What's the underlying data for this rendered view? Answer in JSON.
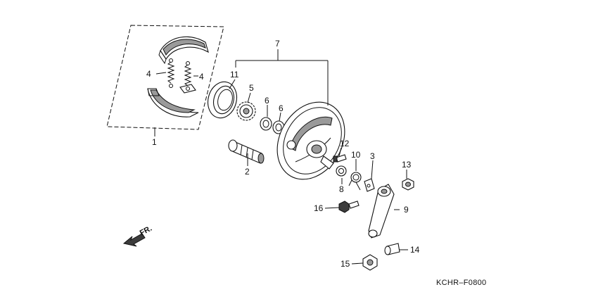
{
  "callouts": {
    "c1": "1",
    "c2": "2",
    "c3": "3",
    "c4a": "4",
    "c4b": "4",
    "c5": "5",
    "c6a": "6",
    "c6b": "6",
    "c7": "7",
    "c8": "8",
    "c9": "9",
    "c10": "10",
    "c11": "11",
    "c12": "12",
    "c13": "13",
    "c14": "14",
    "c15": "15",
    "c16": "16"
  },
  "direction_label": "FR.",
  "diagram_code": "KCHR–F0800"
}
